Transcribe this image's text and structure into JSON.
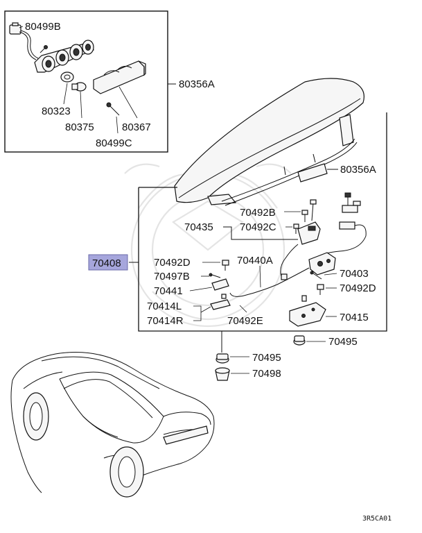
{
  "callouts": {
    "c80499B": "80499B",
    "c80356A_top": "80356A",
    "c80323": "80323",
    "c80375": "80375",
    "c80367": "80367",
    "c80499C": "80499C",
    "c80356A_right": "80356A",
    "c70492B": "70492B",
    "c70435": "70435",
    "c70492C": "70492C",
    "c70408": "70408",
    "c70492D_left": "70492D",
    "c70440A": "70440A",
    "c70497B": "70497B",
    "c70403": "70403",
    "c70441": "70441",
    "c70492D_right": "70492D",
    "c70414L": "70414L",
    "c70414R": "70414R",
    "c70492E": "70492E",
    "c70415": "70415",
    "c70495_right": "70495",
    "c70495_center": "70495",
    "c70498": "70498"
  },
  "footer": {
    "image_code": "3R5CA01"
  },
  "colors": {
    "highlight": "#a6a6dc",
    "line": "#111111",
    "watermark": "#e4e4e4"
  }
}
